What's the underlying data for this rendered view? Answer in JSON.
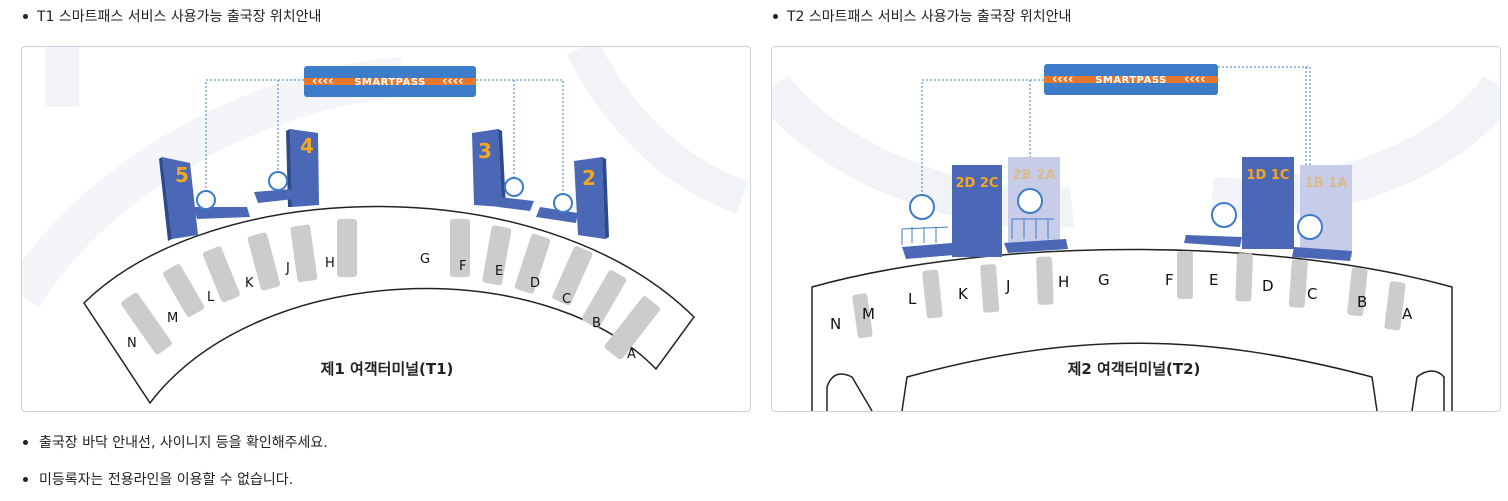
{
  "headings": {
    "t1": "T1 스마트패스 서비스 사용가능 출국장 위치안내",
    "t2": "T2 스마트패스 서비스 사용가능 출국장 위치안내"
  },
  "t1": {
    "banner": "SMARTPASS",
    "terminal_label": "제1 여객터미널(T1)",
    "departure_gates": [
      "5",
      "4",
      "3",
      "2"
    ],
    "check_in_counters": [
      "N",
      "M",
      "L",
      "K",
      "J",
      "H",
      "G",
      "F",
      "E",
      "D",
      "C",
      "B",
      "A"
    ]
  },
  "t2": {
    "banner": "SMARTPASS",
    "terminal_label": "제2 여객터미널(T2)",
    "departure_gates": [
      "2D 2C",
      "2B 2A",
      "1D 1C",
      "1B 1A"
    ],
    "check_in_counters": [
      "N",
      "M",
      "L",
      "K",
      "J",
      "H",
      "G",
      "F",
      "E",
      "D",
      "C",
      "B",
      "A"
    ]
  },
  "notes": [
    "출국장 바닥 안내선, 사이니지 등을 확인해주세요.",
    "미등록자는 전용라인을 이용할 수 없습니다."
  ],
  "colors": {
    "banner": "#3d7cc9",
    "banner_stripe": "#e8772e",
    "gate": "#4a68b5",
    "gate_faded": "#c7cde8",
    "gate_number": "#f5a623",
    "counter": "#cccccc"
  }
}
